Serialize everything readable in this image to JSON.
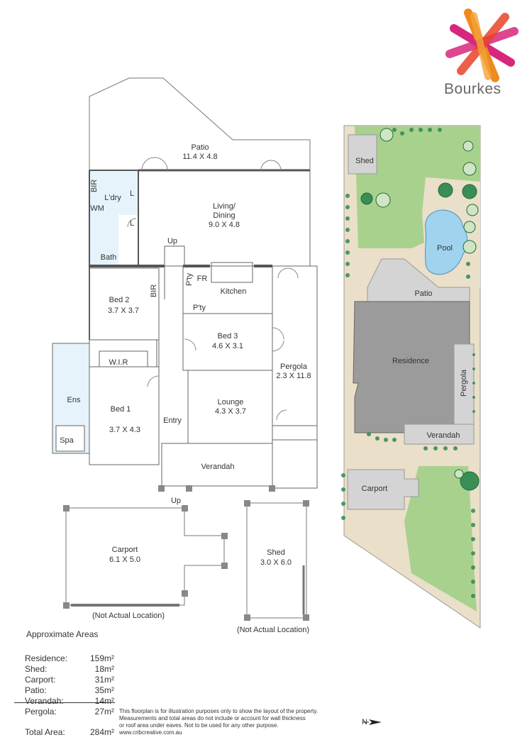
{
  "brand": {
    "name": "Bourkes",
    "colors": {
      "magenta": "#d6277d",
      "orange": "#f08a1d",
      "red": "#e8432a"
    }
  },
  "floorplan": {
    "patio": {
      "name": "Patio",
      "dims": "11.4 X 4.8"
    },
    "living": {
      "name1": "Living/",
      "name2": "Dining",
      "dims": "9.0 X 4.8"
    },
    "laundry": "L'dry",
    "bath": "Bath",
    "bir": "BIR",
    "bir2": "BIR",
    "wm": "WM",
    "l1": "L",
    "l2": "L",
    "up1": "Up",
    "up2": "Up",
    "pty1": "P'ty",
    "pty2": "P'ty",
    "fr": "FR",
    "kitchen": "Kitchen",
    "bed2": {
      "name": "Bed 2",
      "dims": "3.7 X 3.7"
    },
    "bed3": {
      "name": "Bed 3",
      "dims": "4.6 X 3.1"
    },
    "wir": "W.I.R",
    "pergola": {
      "name": "Pergola",
      "dims": "2.3 X 11.8"
    },
    "ens": "Ens",
    "bed1": {
      "name": "Bed 1",
      "dims": "3.7 X 4.3"
    },
    "entry": "Entry",
    "lounge": {
      "name": "Lounge",
      "dims": "4.3 X 3.7"
    },
    "spa": "Spa",
    "verandah": "Verandah",
    "carport": {
      "name": "Carport",
      "dims": "6.1 X 5.0",
      "note": "(Not Actual Location)"
    },
    "shed": {
      "name": "Shed",
      "dims": "3.0 X 6.0",
      "note": "(Not Actual Location)"
    }
  },
  "siteplan": {
    "shed": "Shed",
    "pool": "Pool",
    "patio": "Patio",
    "residence": "Residence",
    "pergola": "Pergola",
    "verandah": "Verandah",
    "carport": "Carport",
    "colors": {
      "lawn": "#a9d18e",
      "paving": "#eadfc9",
      "building": "#9b9b9b",
      "roof_light": "#d4d4d4",
      "pool": "#9fd3ee"
    }
  },
  "areas": {
    "title": "Approximate Areas",
    "rows": [
      {
        "label": "Residence:",
        "value": "159m²"
      },
      {
        "label": "Shed:",
        "value": "18m²"
      },
      {
        "label": "Carport:",
        "value": "31m²"
      },
      {
        "label": "Patio:",
        "value": "35m²"
      },
      {
        "label": "Verandah:",
        "value": "14m²"
      },
      {
        "label": "Pergola:",
        "value": "27m²"
      }
    ],
    "total_label": "Total Area:",
    "total_value": "284m²"
  },
  "disclaimer": {
    "line1": "This floorplan is for illustration purposes only to show the layout of the property.",
    "line2": "Measurements and total areas do not include or account for wall thickness",
    "line3": "or roof area under eaves. Not to be used for any other purpose.",
    "line4": "www.cribcreative.com.au"
  },
  "north": "N"
}
